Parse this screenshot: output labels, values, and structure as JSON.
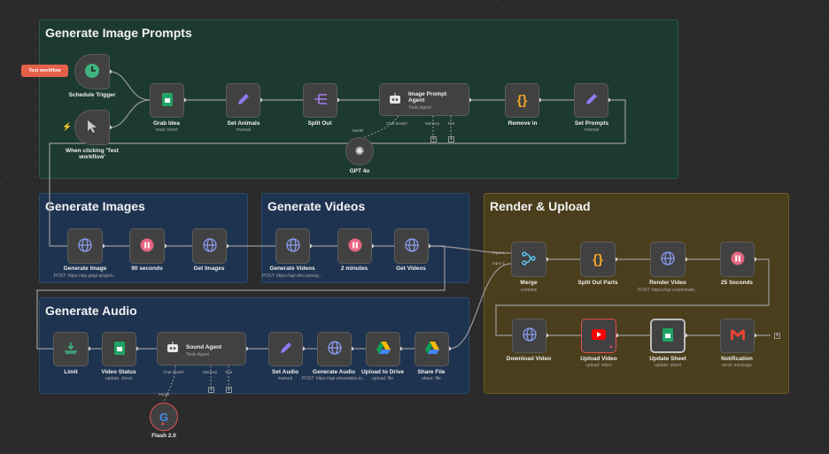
{
  "groups": {
    "prompts": "Generate Image Prompts",
    "images": "Generate Images",
    "videos": "Generate Videos",
    "audio": "Generate Audio",
    "render": "Render & Upload"
  },
  "test_button": "Test workflow",
  "nodes": {
    "schedule": {
      "label": "Schedule Trigger",
      "icon": "clock-icon"
    },
    "manual": {
      "label": "When clicking 'Test workflow'",
      "icon": "cursor-icon"
    },
    "grab_idea": {
      "label": "Grab Idea",
      "sub": "read: sheet",
      "icon": "sheets-icon"
    },
    "set_animals": {
      "label": "Set Animals",
      "sub": "manual",
      "icon": "pencil-icon"
    },
    "split_out": {
      "label": "Split Out",
      "icon": "split-icon"
    },
    "prompt_agent": {
      "label": "Image Prompt Agent",
      "sub": "Tools Agent",
      "icon": "robot-icon"
    },
    "remove_n": {
      "label": "Remove \\n",
      "icon": "code-icon"
    },
    "set_prompts": {
      "label": "Set Prompts",
      "sub": "manual",
      "icon": "pencil-icon"
    },
    "gpt4o": {
      "label": "GPT 4o",
      "icon": "openai-icon"
    },
    "gen_image": {
      "label": "Generate Image",
      "sub": "POST: https://api.piapi.ai/api/v...",
      "icon": "globe-icon"
    },
    "wait90": {
      "label": "90 seconds",
      "icon": "pause-icon"
    },
    "get_images": {
      "label": "Get Images",
      "icon": "globe-icon"
    },
    "gen_videos": {
      "label": "Generate Videos",
      "sub": "POST: https://api.dev.runway...",
      "icon": "globe-icon"
    },
    "wait2m": {
      "label": "2 minutes",
      "icon": "pause-icon"
    },
    "get_videos": {
      "label": "Get Videos",
      "icon": "globe-icon"
    },
    "limit": {
      "label": "Limit",
      "icon": "limit-icon"
    },
    "video_status": {
      "label": "Video Status",
      "sub": "update: sheet",
      "icon": "sheets-icon"
    },
    "sound_agent": {
      "label": "Sound Agent",
      "sub": "Tools Agent",
      "icon": "robot-icon"
    },
    "flash": {
      "label": "Flash 2.0",
      "icon": "google-icon"
    },
    "set_audio": {
      "label": "Set Audio",
      "sub": "manual",
      "icon": "pencil-icon"
    },
    "gen_audio": {
      "label": "Generate Audio",
      "sub": "POST: https://api.elevenlabs.io...",
      "icon": "globe-icon"
    },
    "upload_drive": {
      "label": "Upload to Drive",
      "sub": "upload: file",
      "icon": "drive-icon"
    },
    "share_file": {
      "label": "Share File",
      "sub": "share: file",
      "icon": "drive-icon"
    },
    "merge": {
      "label": "Merge",
      "sub": "combine",
      "icon": "merge-icon"
    },
    "split_parts": {
      "label": "Split Out Parts",
      "icon": "code-icon"
    },
    "render_video": {
      "label": "Render Video",
      "sub": "POST: https://api.creatomate...",
      "icon": "globe-icon"
    },
    "wait25": {
      "label": "25 Seconds",
      "icon": "pause-icon"
    },
    "download_video": {
      "label": "Download Video",
      "icon": "globe-icon"
    },
    "upload_video": {
      "label": "Upload Video",
      "sub": "upload: video",
      "icon": "youtube-icon"
    },
    "update_sheet": {
      "label": "Update Sheet",
      "sub": "update: sheet",
      "icon": "sheets-icon"
    },
    "notification": {
      "label": "Notification",
      "sub": "send: message",
      "icon": "gmail-icon"
    }
  },
  "ports": {
    "chat_model": "Chat Model",
    "memory": "Memory",
    "tool": "Tool",
    "model": "Model",
    "input1": "Input 1",
    "input2": "Input 2"
  },
  "colors": {
    "green_group": "#1d3a2f",
    "blue_group": "#1e3350",
    "yellow_group": "#4a3e1c",
    "test_button": "#e5604a",
    "error": "#e05050"
  }
}
